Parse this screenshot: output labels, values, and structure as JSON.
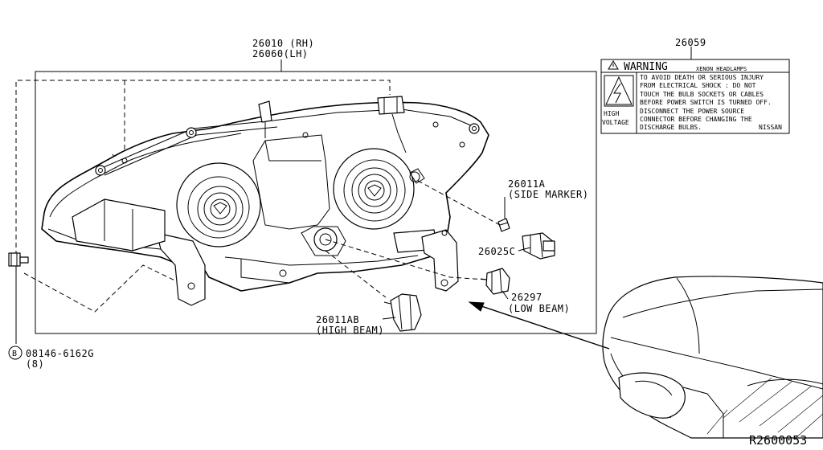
{
  "assembly": {
    "part_rh": "26010 (RH)",
    "part_lh": "26060(LH)"
  },
  "warning_label": {
    "part_no": "26059",
    "title": "WARNING",
    "subtitle": "XENON HEADLAMPS",
    "lines": [
      "TO AVOID DEATH OR SERIOUS INJURY",
      "FROM ELECTRICAL SHOCK : DO NOT",
      "TOUCH THE BULB SOCKETS OR CABLES",
      "BEFORE POWER SWITCH IS TURNED OFF.",
      "DISCONNECT THE POWER SOURCE",
      "CONNECTOR BEFORE CHANGING THE",
      "DISCHARGE BULBS."
    ],
    "brand": "NISSAN",
    "icon_label_1": "HIGH",
    "icon_label_2": "VOLTAGE",
    "icon": "high-voltage-icon"
  },
  "callouts": {
    "side_marker_no": "26011A",
    "side_marker_desc": "(SIDE MARKER)",
    "socket_no": "26025C",
    "low_beam_no": "26297",
    "low_beam_desc": "(LOW BEAM)",
    "high_beam_no": "26011AB",
    "high_beam_desc": "(HIGH BEAM)",
    "bolt_symbol": "B",
    "bolt_no": "08146-6162G",
    "bolt_qty": "(8)"
  },
  "diagram_ref": "R2600053"
}
